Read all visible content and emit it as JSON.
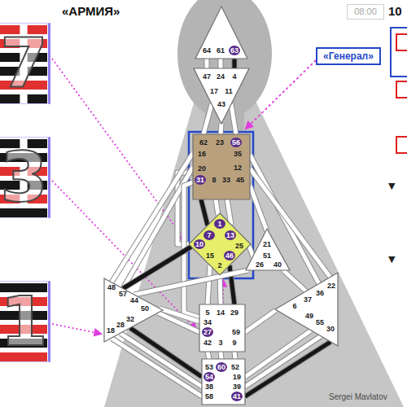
{
  "diagram": {
    "title": "«АРМИЯ»",
    "nodes": [
      {
        "text": [
          "7"
        ]
      },
      {
        "text": [
          "3"
        ]
      },
      {
        "text": [
          "1"
        ]
      },
      {
        "text": [
          "64",
          "61",
          "63"
        ]
      },
      {
        "text": [
          "47",
          "24",
          "4",
          "17",
          "11",
          "43"
        ]
      },
      {
        "text": [
          "«Генерал»"
        ]
      },
      {
        "text": [
          "62",
          "23",
          "56",
          "16",
          "35",
          "20",
          "12",
          "31",
          "8",
          "33",
          "45"
        ]
      },
      {
        "text": [
          "1",
          "7",
          "13",
          "10",
          "25",
          "15",
          "46",
          "2"
        ]
      },
      {
        "text": [
          "21",
          "51",
          "26",
          "40"
        ]
      },
      {
        "text": [
          "48",
          "57",
          "44",
          "50",
          "32",
          "28",
          "18"
        ]
      },
      {
        "text": [
          "36",
          "22",
          "37",
          "6",
          "49",
          "55",
          "30"
        ]
      },
      {
        "text": [
          "5",
          "14",
          "29",
          "34",
          "27",
          "59",
          "42",
          "3",
          "9"
        ]
      },
      {
        "text": [
          "53",
          "60",
          "52",
          "54",
          "19",
          "38",
          "39",
          "58",
          "41"
        ]
      }
    ],
    "edges": [
      {
        "from": 3,
        "to": 4,
        "arrow": "none"
      },
      {
        "from": 3,
        "to": 4,
        "arrow": "none"
      },
      {
        "from": 3,
        "to": 4,
        "arrow": "none"
      },
      {
        "from": 4,
        "to": 6,
        "arrow": "none"
      },
      {
        "from": 4,
        "to": 6,
        "arrow": "none"
      },
      {
        "from": 4,
        "to": 6,
        "arrow": "none"
      },
      {
        "from": 6,
        "to": 7,
        "arrow": "none"
      },
      {
        "from": 6,
        "to": 7,
        "arrow": "none"
      },
      {
        "from": 6,
        "to": 7,
        "arrow": "none"
      },
      {
        "from": 7,
        "to": 6,
        "arrow": "none"
      },
      {
        "from": 6,
        "to": 8,
        "arrow": "none"
      },
      {
        "from": 7,
        "to": 8,
        "arrow": "none"
      },
      {
        "from": 6,
        "to": 9,
        "arrow": "none"
      },
      {
        "from": 6,
        "to": 9,
        "arrow": "none"
      },
      {
        "from": 6,
        "to": 11,
        "arrow": "none"
      },
      {
        "from": 7,
        "to": 9,
        "arrow": "none"
      },
      {
        "from": 7,
        "to": 11,
        "arrow": "none"
      },
      {
        "from": 7,
        "to": 11,
        "arrow": "none"
      },
      {
        "from": 7,
        "to": 11,
        "arrow": "none"
      },
      {
        "from": 6,
        "to": 10,
        "arrow": "none"
      },
      {
        "from": 6,
        "to": 10,
        "arrow": "none"
      },
      {
        "from": 8,
        "to": 10,
        "arrow": "none"
      },
      {
        "from": 8,
        "to": 9,
        "arrow": "none"
      },
      {
        "from": 11,
        "to": 9,
        "arrow": "none"
      },
      {
        "from": 11,
        "to": 9,
        "arrow": "none"
      },
      {
        "from": 11,
        "to": 10,
        "arrow": "none"
      },
      {
        "from": 11,
        "to": 12,
        "arrow": "none"
      },
      {
        "from": 11,
        "to": 12,
        "arrow": "none"
      },
      {
        "from": 11,
        "to": 12,
        "arrow": "none"
      },
      {
        "from": 12,
        "to": 9,
        "arrow": "none"
      },
      {
        "from": 12,
        "to": 9,
        "arrow": "none"
      },
      {
        "from": 12,
        "to": 9,
        "arrow": "none"
      },
      {
        "from": 12,
        "to": 10,
        "arrow": "none"
      },
      {
        "from": 12,
        "to": 10,
        "arrow": "none"
      },
      {
        "from": 12,
        "to": 10,
        "arrow": "none"
      }
    ],
    "labels": [
      "08:00",
      "10",
      "▼",
      "▼",
      "Sergei Mavlatov"
    ]
  }
}
